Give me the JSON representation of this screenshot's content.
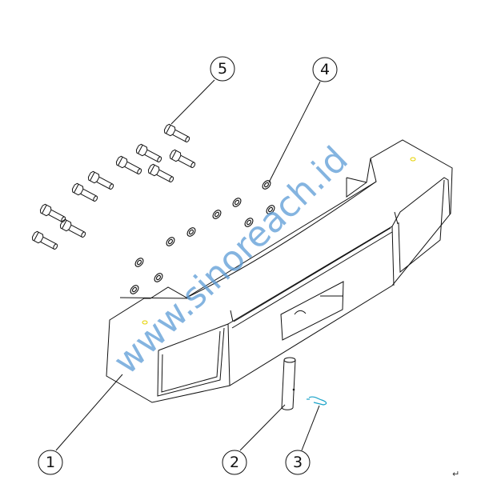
{
  "diagram": {
    "callouts": [
      {
        "id": "1",
        "label": "1"
      },
      {
        "id": "2",
        "label": "2"
      },
      {
        "id": "3",
        "label": "3"
      },
      {
        "id": "4",
        "label": "4"
      },
      {
        "id": "5",
        "label": "5"
      }
    ],
    "watermark": "www.sinoreach.id",
    "return_mark": "↵",
    "colors": {
      "line": "#111111",
      "watermark": "#5b9bd5",
      "hole": "#e6d200",
      "clip": "#1aa3c8"
    }
  }
}
